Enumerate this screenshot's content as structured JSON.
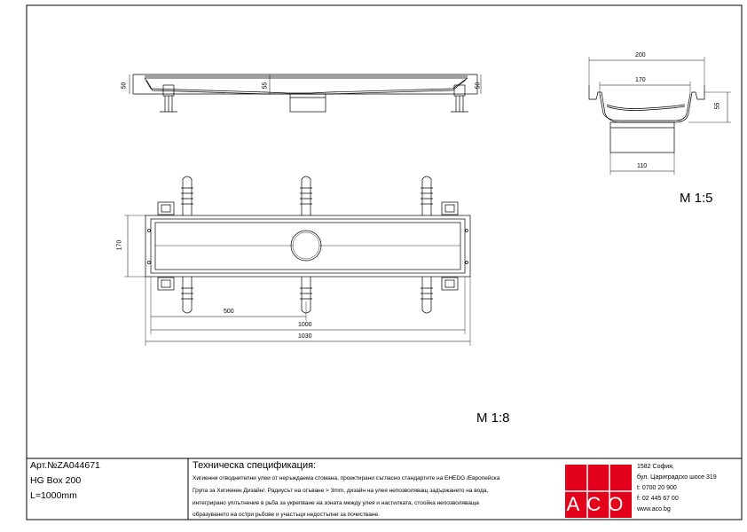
{
  "drawing": {
    "scale_main": "M 1:8",
    "scale_section": "M 1:5",
    "top_view_dims": {
      "left_height": "50",
      "center_height": "55",
      "right_height": "50"
    },
    "plan_view_dims": {
      "width": "170",
      "half_length": "500",
      "length": "1000",
      "overall_length": "1030"
    },
    "section_dims": {
      "top_width": "200",
      "inner_width": "170",
      "height": "55",
      "outlet_width": "110"
    }
  },
  "title_block": {
    "article_no": "Арт.№ZA044671",
    "product_name": "HG Box 200",
    "length": "L=1000mm",
    "spec_title": "Техническа спецификация:",
    "spec_lines": [
      "Хигиенни отводнителни улеи от неръждаема стомана, проектирани съгласно стандартите на EHEDG /Европейска",
      "Група за Хигиенен Дизайн/. Радиусът на огъване > 3mm, дизайн на улея непозволяващ задържането на вода,",
      "интегрирано уплътнение в рьба за укрепване на зоната между улея и настилката, стоойка непозволяваща",
      "образуването на остри рьбове и участъци недостъпни за почистване."
    ],
    "logo_text": "ACO",
    "address_lines": [
      "1582 София,",
      "бул. Цариградско шосе 319",
      "t: 0700 20 900",
      "f: 02 445 67 00",
      "www.aco.bg"
    ]
  },
  "colors": {
    "logo_red": "#e2001a",
    "line": "#000000"
  }
}
